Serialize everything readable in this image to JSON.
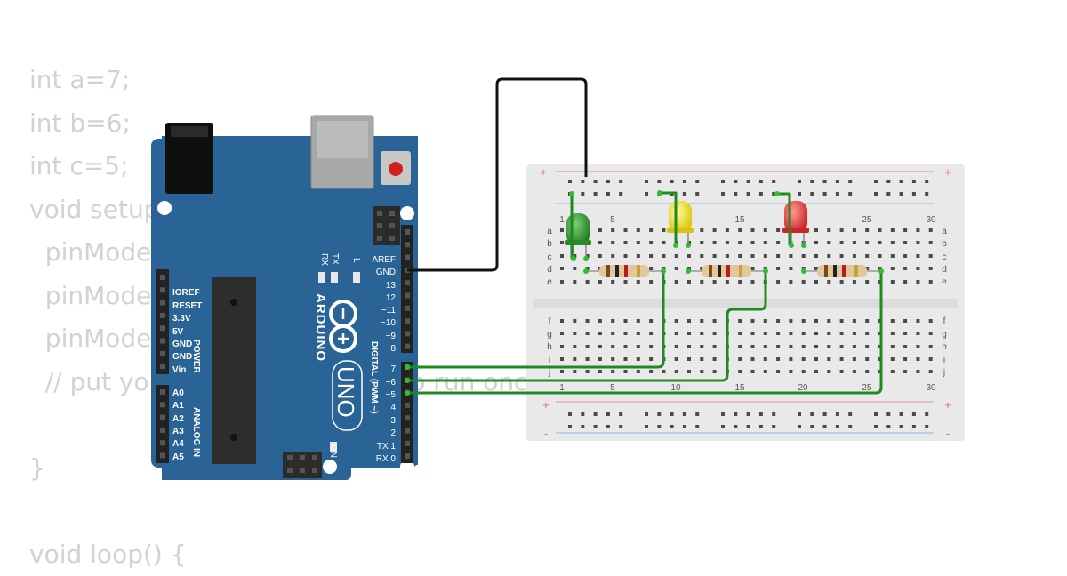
{
  "code_lines": [
    "int a=7;",
    "int b=6;",
    "int c=5;",
    "void setup() {",
    "  pinMode(a, OUTPUT);",
    "  pinMode(b, OUTPUT);",
    "  pinMode(c, OUTPUT);",
    "  // put your setup code here, to run once:",
    "",
    "}",
    "",
    "void loop() {"
  ],
  "arduino": {
    "brand": "ARDUINO",
    "model": "UNO",
    "reset_label": "RESET",
    "power_header_title": "POWER",
    "analog_header_title": "ANALOG IN",
    "digital_header_title": "DIGITAL (PWM ~)",
    "power_pins": [
      "IOREF",
      "RESET",
      "3.3V",
      "5V",
      "GND",
      "GND",
      "Vin"
    ],
    "analog_pins": [
      "A0",
      "A1",
      "A2",
      "A3",
      "A4",
      "A5"
    ],
    "digital_pins": [
      "AREF",
      "GND",
      "13",
      "12",
      "~11",
      "~10",
      "~9",
      "8",
      "7",
      "~6",
      "~5",
      "4",
      "~3",
      "2",
      "TX 1",
      "RX 0"
    ],
    "led_labels": [
      "RX",
      "TX",
      "L"
    ],
    "on_label": "ON",
    "board_color": "#2a6496"
  },
  "breadboard": {
    "column_numbers": [
      "1",
      "5",
      "10",
      "15",
      "20",
      "25",
      "30"
    ],
    "top_rows": [
      "a",
      "b",
      "c",
      "d",
      "e"
    ],
    "bottom_rows": [
      "f",
      "g",
      "h",
      "i",
      "j"
    ],
    "rail_plus": "+",
    "rail_minus": "-"
  },
  "components": {
    "leds": [
      {
        "color": "green",
        "hex": "#2e9a2e"
      },
      {
        "color": "yellow",
        "hex": "#f2e229"
      },
      {
        "color": "red",
        "hex": "#e23b3b"
      }
    ],
    "resistor_count": 3
  },
  "wires": [
    {
      "from": "GND",
      "to": "breadboard-ground-rail",
      "color": "#111111"
    },
    {
      "from": "7",
      "to": "green-led-resistor",
      "color": "#1f8a1f"
    },
    {
      "from": "~6",
      "to": "yellow-led-resistor",
      "color": "#1f8a1f"
    },
    {
      "from": "~5",
      "to": "red-led-resistor",
      "color": "#1f8a1f"
    }
  ]
}
